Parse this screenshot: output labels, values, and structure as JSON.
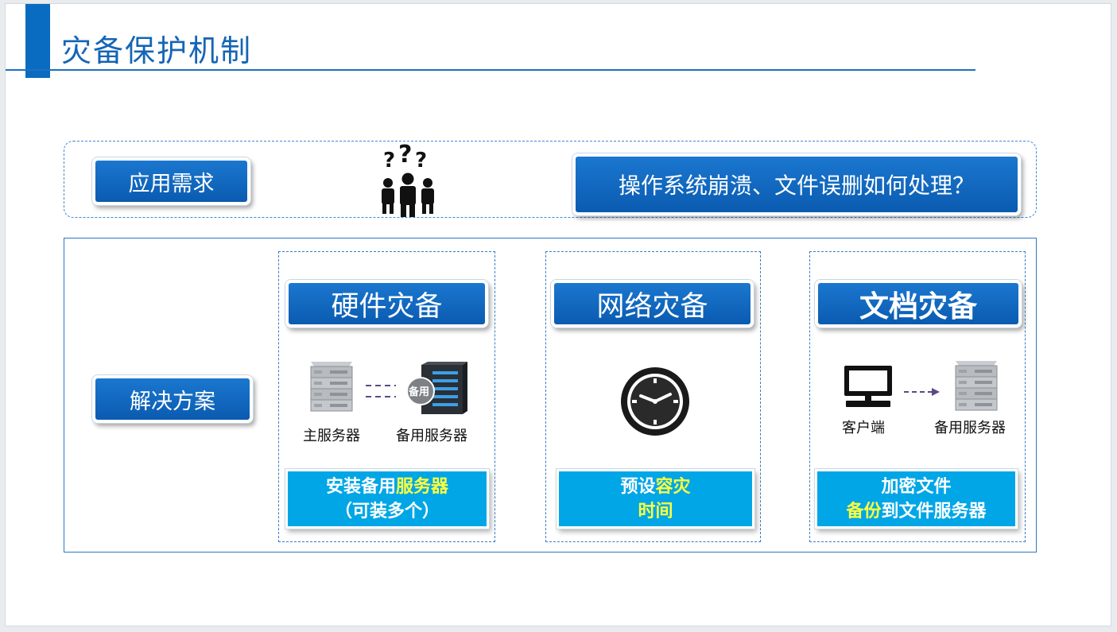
{
  "title": "灾备保护机制",
  "need": {
    "label": "应用需求",
    "question": "操作系统崩溃、文件误删如何处理？",
    "icon": "confused-people-icon"
  },
  "solution": {
    "label": "解决方案",
    "columns": [
      {
        "heading": "硬件灾备",
        "captions": [
          "主服务器",
          "备用服务器"
        ],
        "server_badge": "备用",
        "note_line1_prefix": "安装备用",
        "note_line1_highlight": "服务器",
        "note_line2": "（可装多个）"
      },
      {
        "heading": "网络灾备",
        "icon": "clock-icon",
        "note_line1_prefix": "预设",
        "note_line1_highlight": "容灾",
        "note_line2_highlight": "时间"
      },
      {
        "heading": "文档灾备",
        "captions": [
          "客户端",
          "备用服务器"
        ],
        "note_line1": "加密文件",
        "note_line2_highlight": "备份",
        "note_line2_suffix": "到文件服务器"
      }
    ]
  },
  "colors": {
    "accent": "#0a6cc0",
    "highlight": "#ffff3d",
    "note_bg": "#00a6e6"
  }
}
